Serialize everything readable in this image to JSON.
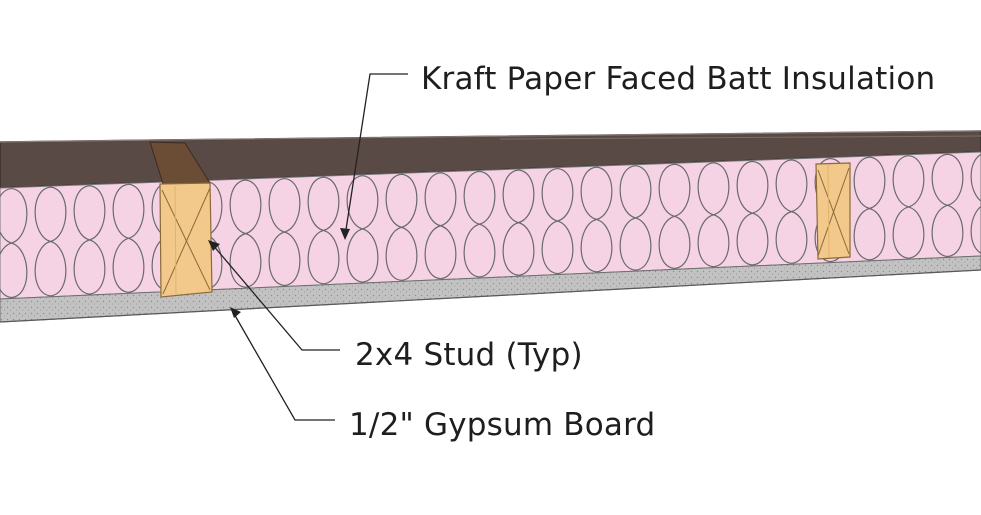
{
  "labels": {
    "insulation": "Kraft Paper Faced Batt Insulation",
    "stud": "2x4 Stud (Typ)",
    "gypsum": "1/2\" Gypsum Board"
  },
  "colors": {
    "kraft_face": "#5a4a45",
    "kraft_edge": "#3a302c",
    "insulation_pink": "#f5d3e4",
    "loop_stroke": "#6a6a6a",
    "stud_wood": "#f2c98a",
    "stud_end_grain": "#6b4c35",
    "gypsum": "#b9b9b9",
    "leader": "#222222",
    "text": "#1e1e1e"
  },
  "icons": [
    "kraft-paper-facing",
    "batt-insulation-loops",
    "wood-stud",
    "gypsum-board",
    "leader-line",
    "arrowhead"
  ]
}
